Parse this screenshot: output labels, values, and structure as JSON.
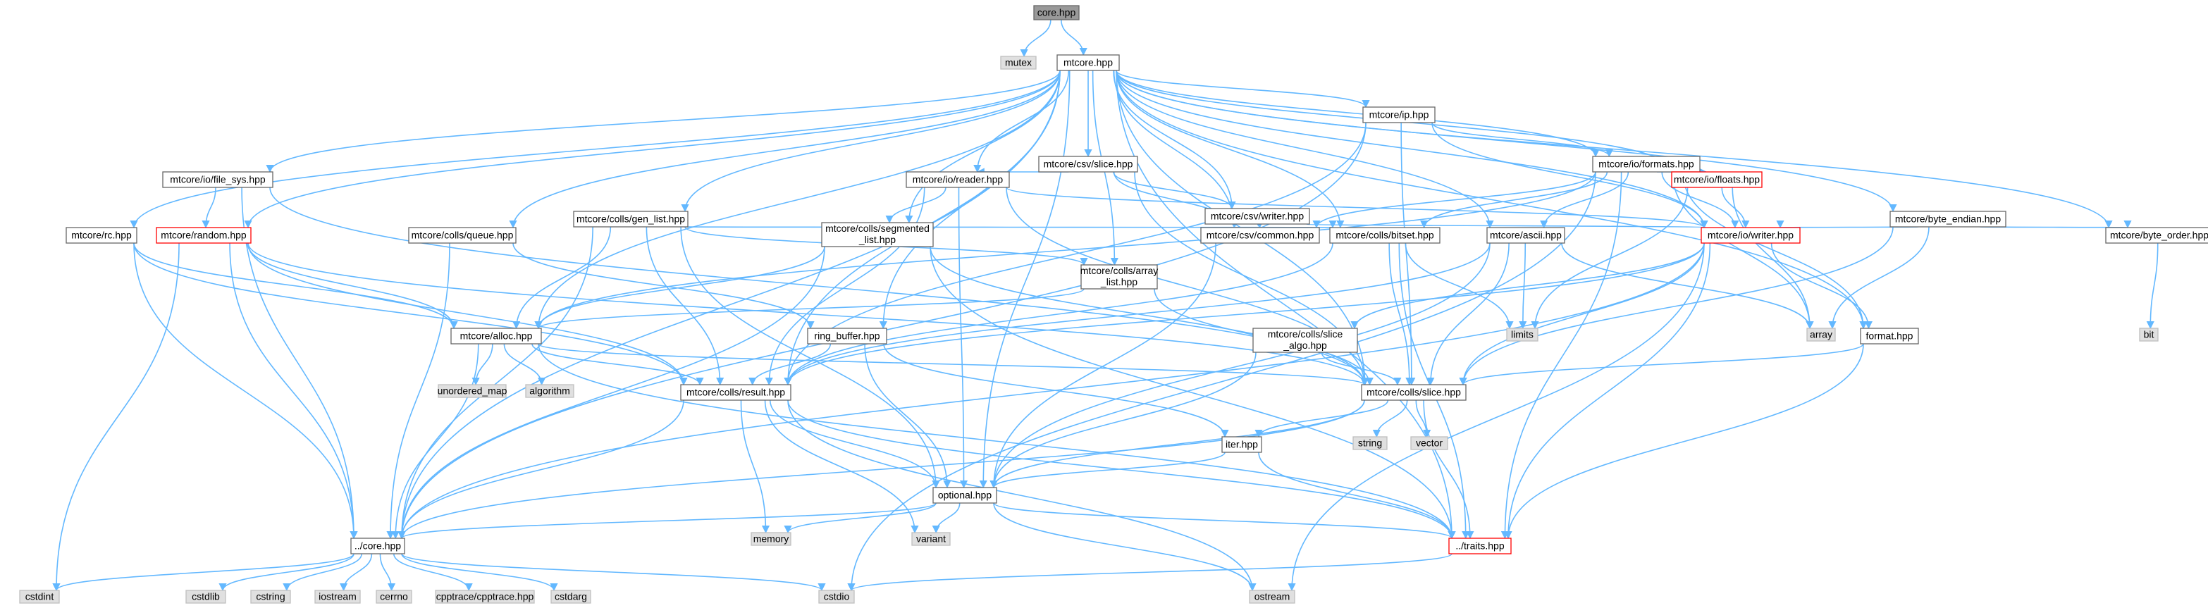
{
  "diagram": {
    "title": "",
    "colors": {
      "edge": "#63b8ff",
      "root_fill": "#999999",
      "root_border": "#666666",
      "file_fill": "#ffffff",
      "file_border": "#666666",
      "highlight_border": "#ff0000",
      "system_fill": "#e0e0e0",
      "system_border": "#bfbfbf"
    },
    "nodes": [
      {
        "id": "core_hpp",
        "label": "core.hpp",
        "kind": "root"
      },
      {
        "id": "mutex",
        "label": "mutex",
        "kind": "system"
      },
      {
        "id": "mtcore_hpp",
        "label": "mtcore.hpp",
        "kind": "file"
      },
      {
        "id": "ip_hpp",
        "label": "mtcore/ip.hpp",
        "kind": "file"
      },
      {
        "id": "csv_slice",
        "label": "mtcore/csv/slice.hpp",
        "kind": "file"
      },
      {
        "id": "formats",
        "label": "mtcore/io/formats.hpp",
        "kind": "file"
      },
      {
        "id": "file_sys",
        "label": "mtcore/io/file_sys.hpp",
        "kind": "file"
      },
      {
        "id": "gen_list",
        "label": "mtcore/colls/gen_list.hpp",
        "kind": "file"
      },
      {
        "id": "reader",
        "label": "mtcore/io/reader.hpp",
        "kind": "file"
      },
      {
        "id": "csv_writer",
        "label": "mtcore/csv/writer.hpp",
        "kind": "file"
      },
      {
        "id": "floats",
        "label": "mtcore/io/floats.hpp",
        "kind": "highlight"
      },
      {
        "id": "byte_endian",
        "label": "mtcore/byte_endian.hpp",
        "kind": "file"
      },
      {
        "id": "rc",
        "label": "mtcore/rc.hpp",
        "kind": "file"
      },
      {
        "id": "random",
        "label": "mtcore/random.hpp",
        "kind": "highlight"
      },
      {
        "id": "queue",
        "label": "mtcore/colls/queue.hpp",
        "kind": "file"
      },
      {
        "id": "segmented",
        "label": "mtcore/colls/segmented_list.hpp",
        "kind": "file"
      },
      {
        "id": "array_list",
        "label": "mtcore/colls/array_list.hpp",
        "kind": "file"
      },
      {
        "id": "csv_common",
        "label": "mtcore/csv/common.hpp",
        "kind": "file"
      },
      {
        "id": "bitset",
        "label": "mtcore/colls/bitset.hpp",
        "kind": "file"
      },
      {
        "id": "ascii",
        "label": "mtcore/ascii.hpp",
        "kind": "file"
      },
      {
        "id": "writer",
        "label": "mtcore/io/writer.hpp",
        "kind": "highlight"
      },
      {
        "id": "byte_order",
        "label": "mtcore/byte_order.hpp",
        "kind": "file"
      },
      {
        "id": "bit",
        "label": "bit",
        "kind": "system"
      },
      {
        "id": "ring_buffer",
        "label": "ring_buffer.hpp",
        "kind": "file"
      },
      {
        "id": "alloc",
        "label": "mtcore/alloc.hpp",
        "kind": "file"
      },
      {
        "id": "limits",
        "label": "limits",
        "kind": "system"
      },
      {
        "id": "array",
        "label": "array",
        "kind": "system"
      },
      {
        "id": "format",
        "label": "format.hpp",
        "kind": "file"
      },
      {
        "id": "slice_algo",
        "label": "mtcore/colls/slice_algo.hpp",
        "kind": "file"
      },
      {
        "id": "unordered_map",
        "label": "unordered_map",
        "kind": "system"
      },
      {
        "id": "algorithm",
        "label": "algorithm",
        "kind": "system"
      },
      {
        "id": "result",
        "label": "mtcore/colls/result.hpp",
        "kind": "file"
      },
      {
        "id": "colls_slice",
        "label": "mtcore/colls/slice.hpp",
        "kind": "file"
      },
      {
        "id": "string",
        "label": "string",
        "kind": "system"
      },
      {
        "id": "vector",
        "label": "vector",
        "kind": "system"
      },
      {
        "id": "iter",
        "label": "iter.hpp",
        "kind": "file"
      },
      {
        "id": "optional",
        "label": "optional.hpp",
        "kind": "file"
      },
      {
        "id": "memory",
        "label": "memory",
        "kind": "system"
      },
      {
        "id": "variant",
        "label": "variant",
        "kind": "system"
      },
      {
        "id": "dcore",
        "label": "../core.hpp",
        "kind": "file"
      },
      {
        "id": "traits",
        "label": "../traits.hpp",
        "kind": "highlight"
      },
      {
        "id": "cstdint",
        "label": "cstdint",
        "kind": "system"
      },
      {
        "id": "cstdlib",
        "label": "cstdlib",
        "kind": "system"
      },
      {
        "id": "cstring",
        "label": "cstring",
        "kind": "system"
      },
      {
        "id": "iostream",
        "label": "iostream",
        "kind": "system"
      },
      {
        "id": "cerrno",
        "label": "cerrno",
        "kind": "system"
      },
      {
        "id": "cpptrace",
        "label": "cpptrace/cpptrace.hpp",
        "kind": "system"
      },
      {
        "id": "cstdarg",
        "label": "cstdarg",
        "kind": "system"
      },
      {
        "id": "cstdio",
        "label": "cstdio",
        "kind": "system"
      },
      {
        "id": "ostream",
        "label": "ostream",
        "kind": "system"
      }
    ],
    "edges": [
      [
        "core_hpp",
        "mutex"
      ],
      [
        "core_hpp",
        "mtcore_hpp"
      ],
      [
        "mtcore_hpp",
        "ip_hpp"
      ],
      [
        "mtcore_hpp",
        "csv_slice"
      ],
      [
        "mtcore_hpp",
        "formats"
      ],
      [
        "mtcore_hpp",
        "file_sys"
      ],
      [
        "mtcore_hpp",
        "gen_list"
      ],
      [
        "mtcore_hpp",
        "reader"
      ],
      [
        "mtcore_hpp",
        "csv_writer"
      ],
      [
        "mtcore_hpp",
        "floats"
      ],
      [
        "mtcore_hpp",
        "byte_endian"
      ],
      [
        "mtcore_hpp",
        "rc"
      ],
      [
        "mtcore_hpp",
        "random"
      ],
      [
        "mtcore_hpp",
        "queue"
      ],
      [
        "mtcore_hpp",
        "segmented"
      ],
      [
        "mtcore_hpp",
        "array_list"
      ],
      [
        "mtcore_hpp",
        "csv_common"
      ],
      [
        "mtcore_hpp",
        "bitset"
      ],
      [
        "mtcore_hpp",
        "ascii"
      ],
      [
        "mtcore_hpp",
        "writer"
      ],
      [
        "mtcore_hpp",
        "byte_order"
      ],
      [
        "mtcore_hpp",
        "ring_buffer"
      ],
      [
        "mtcore_hpp",
        "alloc"
      ],
      [
        "mtcore_hpp",
        "format"
      ],
      [
        "mtcore_hpp",
        "result"
      ],
      [
        "mtcore_hpp",
        "colls_slice"
      ],
      [
        "mtcore_hpp",
        "optional"
      ],
      [
        "mtcore_hpp",
        "dcore"
      ],
      [
        "mtcore_hpp",
        "traits"
      ],
      [
        "ip_hpp",
        "formats"
      ],
      [
        "ip_hpp",
        "writer"
      ],
      [
        "ip_hpp",
        "colls_slice"
      ],
      [
        "ip_hpp",
        "dcore"
      ],
      [
        "ip_hpp",
        "result"
      ],
      [
        "csv_slice",
        "reader"
      ],
      [
        "csv_slice",
        "csv_common"
      ],
      [
        "csv_slice",
        "csv_writer"
      ],
      [
        "csv_slice",
        "colls_slice"
      ],
      [
        "formats",
        "floats"
      ],
      [
        "formats",
        "writer"
      ],
      [
        "formats",
        "ascii"
      ],
      [
        "formats",
        "format"
      ],
      [
        "formats",
        "bitset"
      ],
      [
        "formats",
        "csv_common"
      ],
      [
        "formats",
        "alloc"
      ],
      [
        "formats",
        "traits"
      ],
      [
        "formats",
        "cstdio"
      ],
      [
        "formats",
        "array"
      ],
      [
        "file_sys",
        "random"
      ],
      [
        "file_sys",
        "dcore"
      ],
      [
        "file_sys",
        "colls_slice"
      ],
      [
        "gen_list",
        "alloc"
      ],
      [
        "gen_list",
        "result"
      ],
      [
        "gen_list",
        "optional"
      ],
      [
        "gen_list",
        "dcore"
      ],
      [
        "gen_list",
        "bitset"
      ],
      [
        "gen_list",
        "array_list"
      ],
      [
        "reader",
        "segmented"
      ],
      [
        "reader",
        "writer"
      ],
      [
        "reader",
        "result"
      ],
      [
        "reader",
        "colls_slice"
      ],
      [
        "reader",
        "optional"
      ],
      [
        "csv_writer",
        "csv_common"
      ],
      [
        "csv_writer",
        "writer"
      ],
      [
        "floats",
        "writer"
      ],
      [
        "floats",
        "limits"
      ],
      [
        "floats",
        "array"
      ],
      [
        "byte_endian",
        "writer"
      ],
      [
        "byte_endian",
        "byte_order"
      ],
      [
        "byte_endian",
        "array"
      ],
      [
        "byte_endian",
        "colls_slice"
      ],
      [
        "byte_order",
        "bit"
      ],
      [
        "rc",
        "alloc"
      ],
      [
        "rc",
        "dcore"
      ],
      [
        "rc",
        "result"
      ],
      [
        "random",
        "alloc"
      ],
      [
        "random",
        "result"
      ],
      [
        "random",
        "dcore"
      ],
      [
        "random",
        "cstdint"
      ],
      [
        "random",
        "colls_slice"
      ],
      [
        "queue",
        "ring_buffer"
      ],
      [
        "queue",
        "dcore"
      ],
      [
        "segmented",
        "alloc"
      ],
      [
        "segmented",
        "colls_slice"
      ],
      [
        "segmented",
        "dcore"
      ],
      [
        "segmented",
        "traits"
      ],
      [
        "array_list",
        "alloc"
      ],
      [
        "array_list",
        "colls_slice"
      ],
      [
        "csv_common",
        "optional"
      ],
      [
        "bitset",
        "result"
      ],
      [
        "bitset",
        "limits"
      ],
      [
        "bitset",
        "colls_slice"
      ],
      [
        "bitset",
        "traits"
      ],
      [
        "ascii",
        "limits"
      ],
      [
        "ascii",
        "result"
      ],
      [
        "ascii",
        "colls_slice"
      ],
      [
        "ascii",
        "array"
      ],
      [
        "ascii",
        "optional"
      ],
      [
        "writer",
        "format"
      ],
      [
        "writer",
        "slice_algo"
      ],
      [
        "writer",
        "colls_slice"
      ],
      [
        "writer",
        "traits"
      ],
      [
        "writer",
        "ostream"
      ],
      [
        "writer",
        "dcore"
      ],
      [
        "writer",
        "result"
      ],
      [
        "ring_buffer",
        "result"
      ],
      [
        "ring_buffer",
        "optional"
      ],
      [
        "ring_buffer",
        "iter"
      ],
      [
        "alloc",
        "unordered_map"
      ],
      [
        "alloc",
        "algorithm"
      ],
      [
        "alloc",
        "result"
      ],
      [
        "alloc",
        "colls_slice"
      ],
      [
        "alloc",
        "dcore"
      ],
      [
        "alloc",
        "traits"
      ],
      [
        "format",
        "colls_slice"
      ],
      [
        "format",
        "traits"
      ],
      [
        "slice_algo",
        "colls_slice"
      ],
      [
        "slice_algo",
        "optional"
      ],
      [
        "result",
        "optional"
      ],
      [
        "result",
        "dcore"
      ],
      [
        "result",
        "traits"
      ],
      [
        "result",
        "memory"
      ],
      [
        "result",
        "variant"
      ],
      [
        "result",
        "ostream"
      ],
      [
        "colls_slice",
        "string"
      ],
      [
        "colls_slice",
        "vector"
      ],
      [
        "colls_slice",
        "iter"
      ],
      [
        "colls_slice",
        "optional"
      ],
      [
        "colls_slice",
        "traits"
      ],
      [
        "colls_slice",
        "dcore"
      ],
      [
        "iter",
        "optional"
      ],
      [
        "iter",
        "traits"
      ],
      [
        "optional",
        "dcore"
      ],
      [
        "optional",
        "memory"
      ],
      [
        "optional",
        "variant"
      ],
      [
        "optional",
        "traits"
      ],
      [
        "optional",
        "ostream"
      ],
      [
        "dcore",
        "cstdint"
      ],
      [
        "dcore",
        "cstdlib"
      ],
      [
        "dcore",
        "cstring"
      ],
      [
        "dcore",
        "iostream"
      ],
      [
        "dcore",
        "cerrno"
      ],
      [
        "dcore",
        "cpptrace"
      ],
      [
        "dcore",
        "cstdarg"
      ],
      [
        "dcore",
        "cstdio"
      ],
      [
        "traits",
        "cstdio"
      ]
    ]
  }
}
